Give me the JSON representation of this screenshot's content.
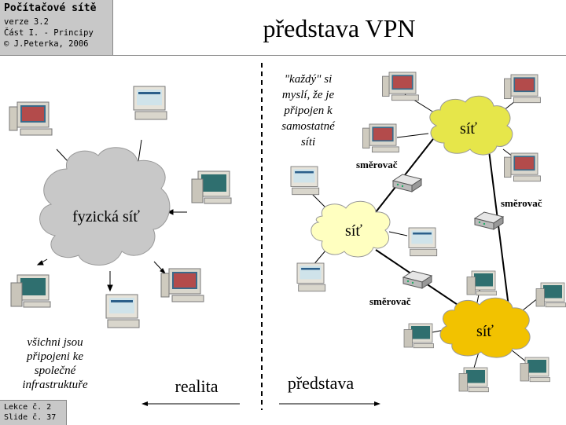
{
  "header": {
    "course": "Počítačové sítě",
    "version": "verze 3.2",
    "part": "Část I. - Principy",
    "author": "© J.Peterka, 2006"
  },
  "title": "představa VPN",
  "footer": {
    "lesson": "Lekce č. 2",
    "slide": "Slide č. 37"
  },
  "left": {
    "cloud_label": "fyzická síť",
    "caption": [
      "všichni jsou",
      "připojeni ke",
      "společné",
      "infrastruktuře"
    ],
    "bottom_label": "realita"
  },
  "right": {
    "caption": [
      "\"každý\" si",
      "myslí, že je",
      "připojen k",
      "samostatné",
      "síti"
    ],
    "cloud_label": "síť",
    "router_label": "směrovač",
    "bottom_label": "představa"
  },
  "colors": {
    "phys_cloud": "#c8c8c8",
    "yellow_light": "#ffffc0",
    "yellow_mid": "#e6e64a",
    "yellow_gold": "#f2c200"
  }
}
